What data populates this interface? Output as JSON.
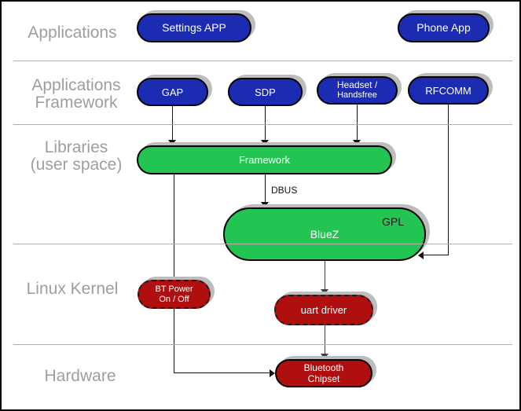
{
  "colors": {
    "app_blue": "#1b2bb2",
    "lib_green": "#23c452",
    "kernel_red": "#b00f0f",
    "label_gray": "#9e9e9e",
    "divider_gray": "#b0b0b0",
    "shadow_gray": "#bdbdbd"
  },
  "layers": {
    "applications": {
      "label": "Applications"
    },
    "app_framework": {
      "line1": "Applications",
      "line2": "Framework"
    },
    "libraries": {
      "line1": "Libraries",
      "line2": "(user space)"
    },
    "linux_kernel": {
      "label": "Linux Kernel"
    },
    "hardware": {
      "label": "Hardware"
    }
  },
  "nodes": {
    "settings_app": {
      "label": "Settings APP"
    },
    "phone_app": {
      "label": "Phone App"
    },
    "gap": {
      "label": "GAP"
    },
    "sdp": {
      "label": "SDP"
    },
    "headset": {
      "line1": "Headset /",
      "line2": "Handsfree"
    },
    "rfcomm": {
      "label": "RFCOMM"
    },
    "framework": {
      "label": "Framework"
    },
    "bluez": {
      "label": "BlueZ",
      "badge": "GPL"
    },
    "bt_power": {
      "line1": "BT Power",
      "line2": "On / Off"
    },
    "uart_driver": {
      "label": "uart driver"
    },
    "bt_chipset": {
      "line1": "Bluetooth",
      "line2": "Chipset"
    }
  },
  "edges": {
    "dbus": {
      "label": "DBUS"
    }
  }
}
